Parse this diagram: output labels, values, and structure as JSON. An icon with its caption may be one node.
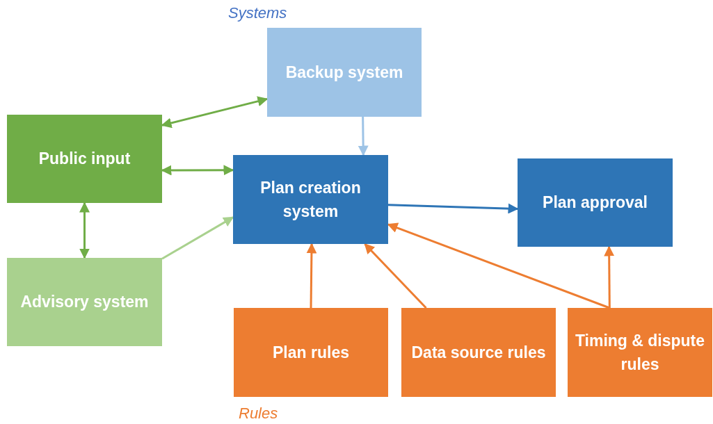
{
  "diagram": {
    "nodes": [
      {
        "text": [
          "Backup system"
        ]
      },
      {
        "text": [
          "Public input"
        ]
      },
      {
        "text": [
          "Plan creation system"
        ]
      },
      {
        "text": [
          "Plan approval"
        ]
      },
      {
        "text": [
          "Advisory system"
        ]
      },
      {
        "text": [
          "Plan rules"
        ]
      },
      {
        "text": [
          "Data source rules"
        ]
      },
      {
        "text": [
          "Timing & dispute rules"
        ]
      }
    ],
    "edges": [
      {
        "from": 1,
        "to": 0,
        "arrow": "both",
        "color": "#70ad47"
      },
      {
        "from": 1,
        "to": 2,
        "arrow": "both",
        "color": "#70ad47"
      },
      {
        "from": 1,
        "to": 4,
        "arrow": "both",
        "color": "#70ad47"
      },
      {
        "from": 4,
        "to": 2,
        "arrow": "to",
        "color": "#a9d18e"
      },
      {
        "from": 0,
        "to": 2,
        "arrow": "to",
        "color": "#9dc3e6"
      },
      {
        "from": 2,
        "to": 3,
        "arrow": "to",
        "color": "#2e75b6"
      },
      {
        "from": 5,
        "to": 2,
        "arrow": "to"
      },
      {
        "from": 6,
        "to": 2,
        "arrow": "to"
      },
      {
        "from": 7,
        "to": 2,
        "arrow": "to"
      },
      {
        "from": 7,
        "to": 3,
        "arrow": "to"
      }
    ],
    "labels": [
      "Systems",
      "Rules"
    ]
  }
}
